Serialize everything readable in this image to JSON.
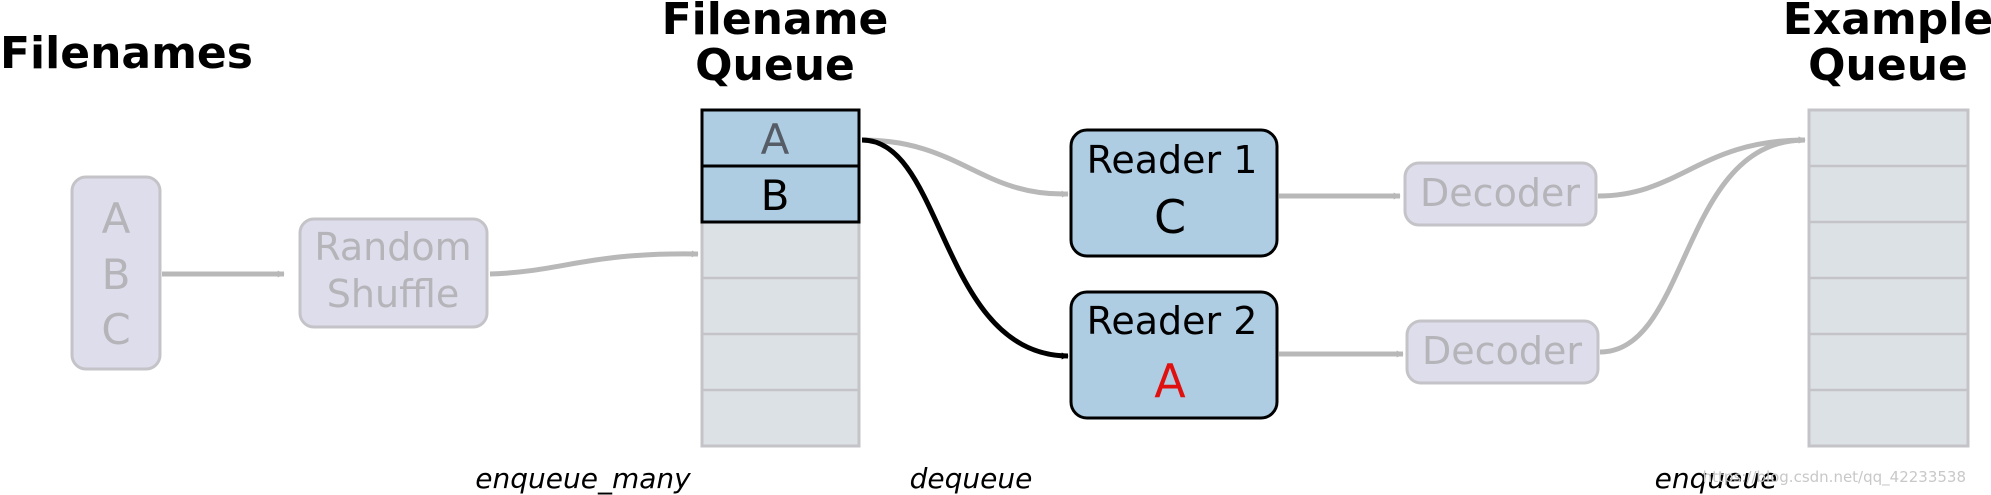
{
  "titles": {
    "filenames": "Filenames",
    "filename_queue": [
      "Filename",
      "Queue"
    ],
    "example_queue": [
      "Example",
      "Queue"
    ]
  },
  "filenames_box": {
    "items": [
      "A",
      "B",
      "C"
    ]
  },
  "shuffle_box": {
    "lines": [
      "Random",
      "Shuffle"
    ]
  },
  "filename_queue": {
    "items": [
      "A",
      "B"
    ],
    "empty_slots": 4
  },
  "readers": [
    {
      "label": "Reader 1",
      "item": "C",
      "item_color": "#000000"
    },
    {
      "label": "Reader 2",
      "item": "A",
      "item_color": "#e01010"
    }
  ],
  "decoders": [
    {
      "label": "Decoder"
    },
    {
      "label": "Decoder"
    }
  ],
  "example_queue": {
    "slots": 6
  },
  "operations": {
    "enqueue_many": "enqueue_many",
    "dequeue": "dequeue",
    "enqueue": "enqueue"
  },
  "watermark": "https://blog.csdn.net/qq_42233538",
  "colors": {
    "faded_fill": "#deddeb",
    "faded_stroke": "#c4c4c8",
    "active_fill": "#aecde2",
    "queue_empty_fill": "#dce1e5",
    "arrow_gray": "#b8b8b8",
    "arrow_black": "#000000"
  }
}
